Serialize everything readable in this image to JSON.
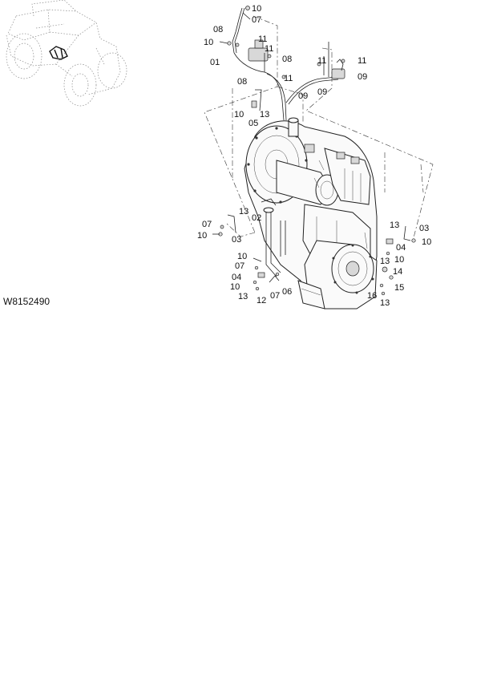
{
  "diagram": {
    "reference_code": "W8152490",
    "callouts": [
      {
        "id": "c1",
        "text": "10"
      },
      {
        "id": "c2",
        "text": "07"
      },
      {
        "id": "c3",
        "text": "08"
      },
      {
        "id": "c4",
        "text": "10"
      },
      {
        "id": "c5",
        "text": "11"
      },
      {
        "id": "c6",
        "text": "11"
      },
      {
        "id": "c7",
        "text": "01"
      },
      {
        "id": "c8",
        "text": "08"
      },
      {
        "id": "c9",
        "text": "11"
      },
      {
        "id": "c10",
        "text": "11"
      },
      {
        "id": "c11",
        "text": "09"
      },
      {
        "id": "c12",
        "text": "08"
      },
      {
        "id": "c13",
        "text": "11"
      },
      {
        "id": "c14",
        "text": "09"
      },
      {
        "id": "c15",
        "text": "09"
      },
      {
        "id": "c16",
        "text": "10"
      },
      {
        "id": "c17",
        "text": "13"
      },
      {
        "id": "c18",
        "text": "05"
      },
      {
        "id": "c19",
        "text": "13"
      },
      {
        "id": "c20",
        "text": "07"
      },
      {
        "id": "c21",
        "text": "02"
      },
      {
        "id": "c22",
        "text": "10"
      },
      {
        "id": "c23",
        "text": "03"
      },
      {
        "id": "c24",
        "text": "13"
      },
      {
        "id": "c25",
        "text": "03"
      },
      {
        "id": "c26",
        "text": "04"
      },
      {
        "id": "c27",
        "text": "10"
      },
      {
        "id": "c28",
        "text": "10"
      },
      {
        "id": "c29",
        "text": "10"
      },
      {
        "id": "c30",
        "text": "07"
      },
      {
        "id": "c31",
        "text": "13"
      },
      {
        "id": "c32",
        "text": "14"
      },
      {
        "id": "c33",
        "text": "04"
      },
      {
        "id": "c34",
        "text": "10"
      },
      {
        "id": "c35",
        "text": "15"
      },
      {
        "id": "c36",
        "text": "13"
      },
      {
        "id": "c37",
        "text": "12"
      },
      {
        "id": "c38",
        "text": "07"
      },
      {
        "id": "c39",
        "text": "06"
      },
      {
        "id": "c40",
        "text": "16"
      },
      {
        "id": "c41",
        "text": "13"
      }
    ]
  }
}
